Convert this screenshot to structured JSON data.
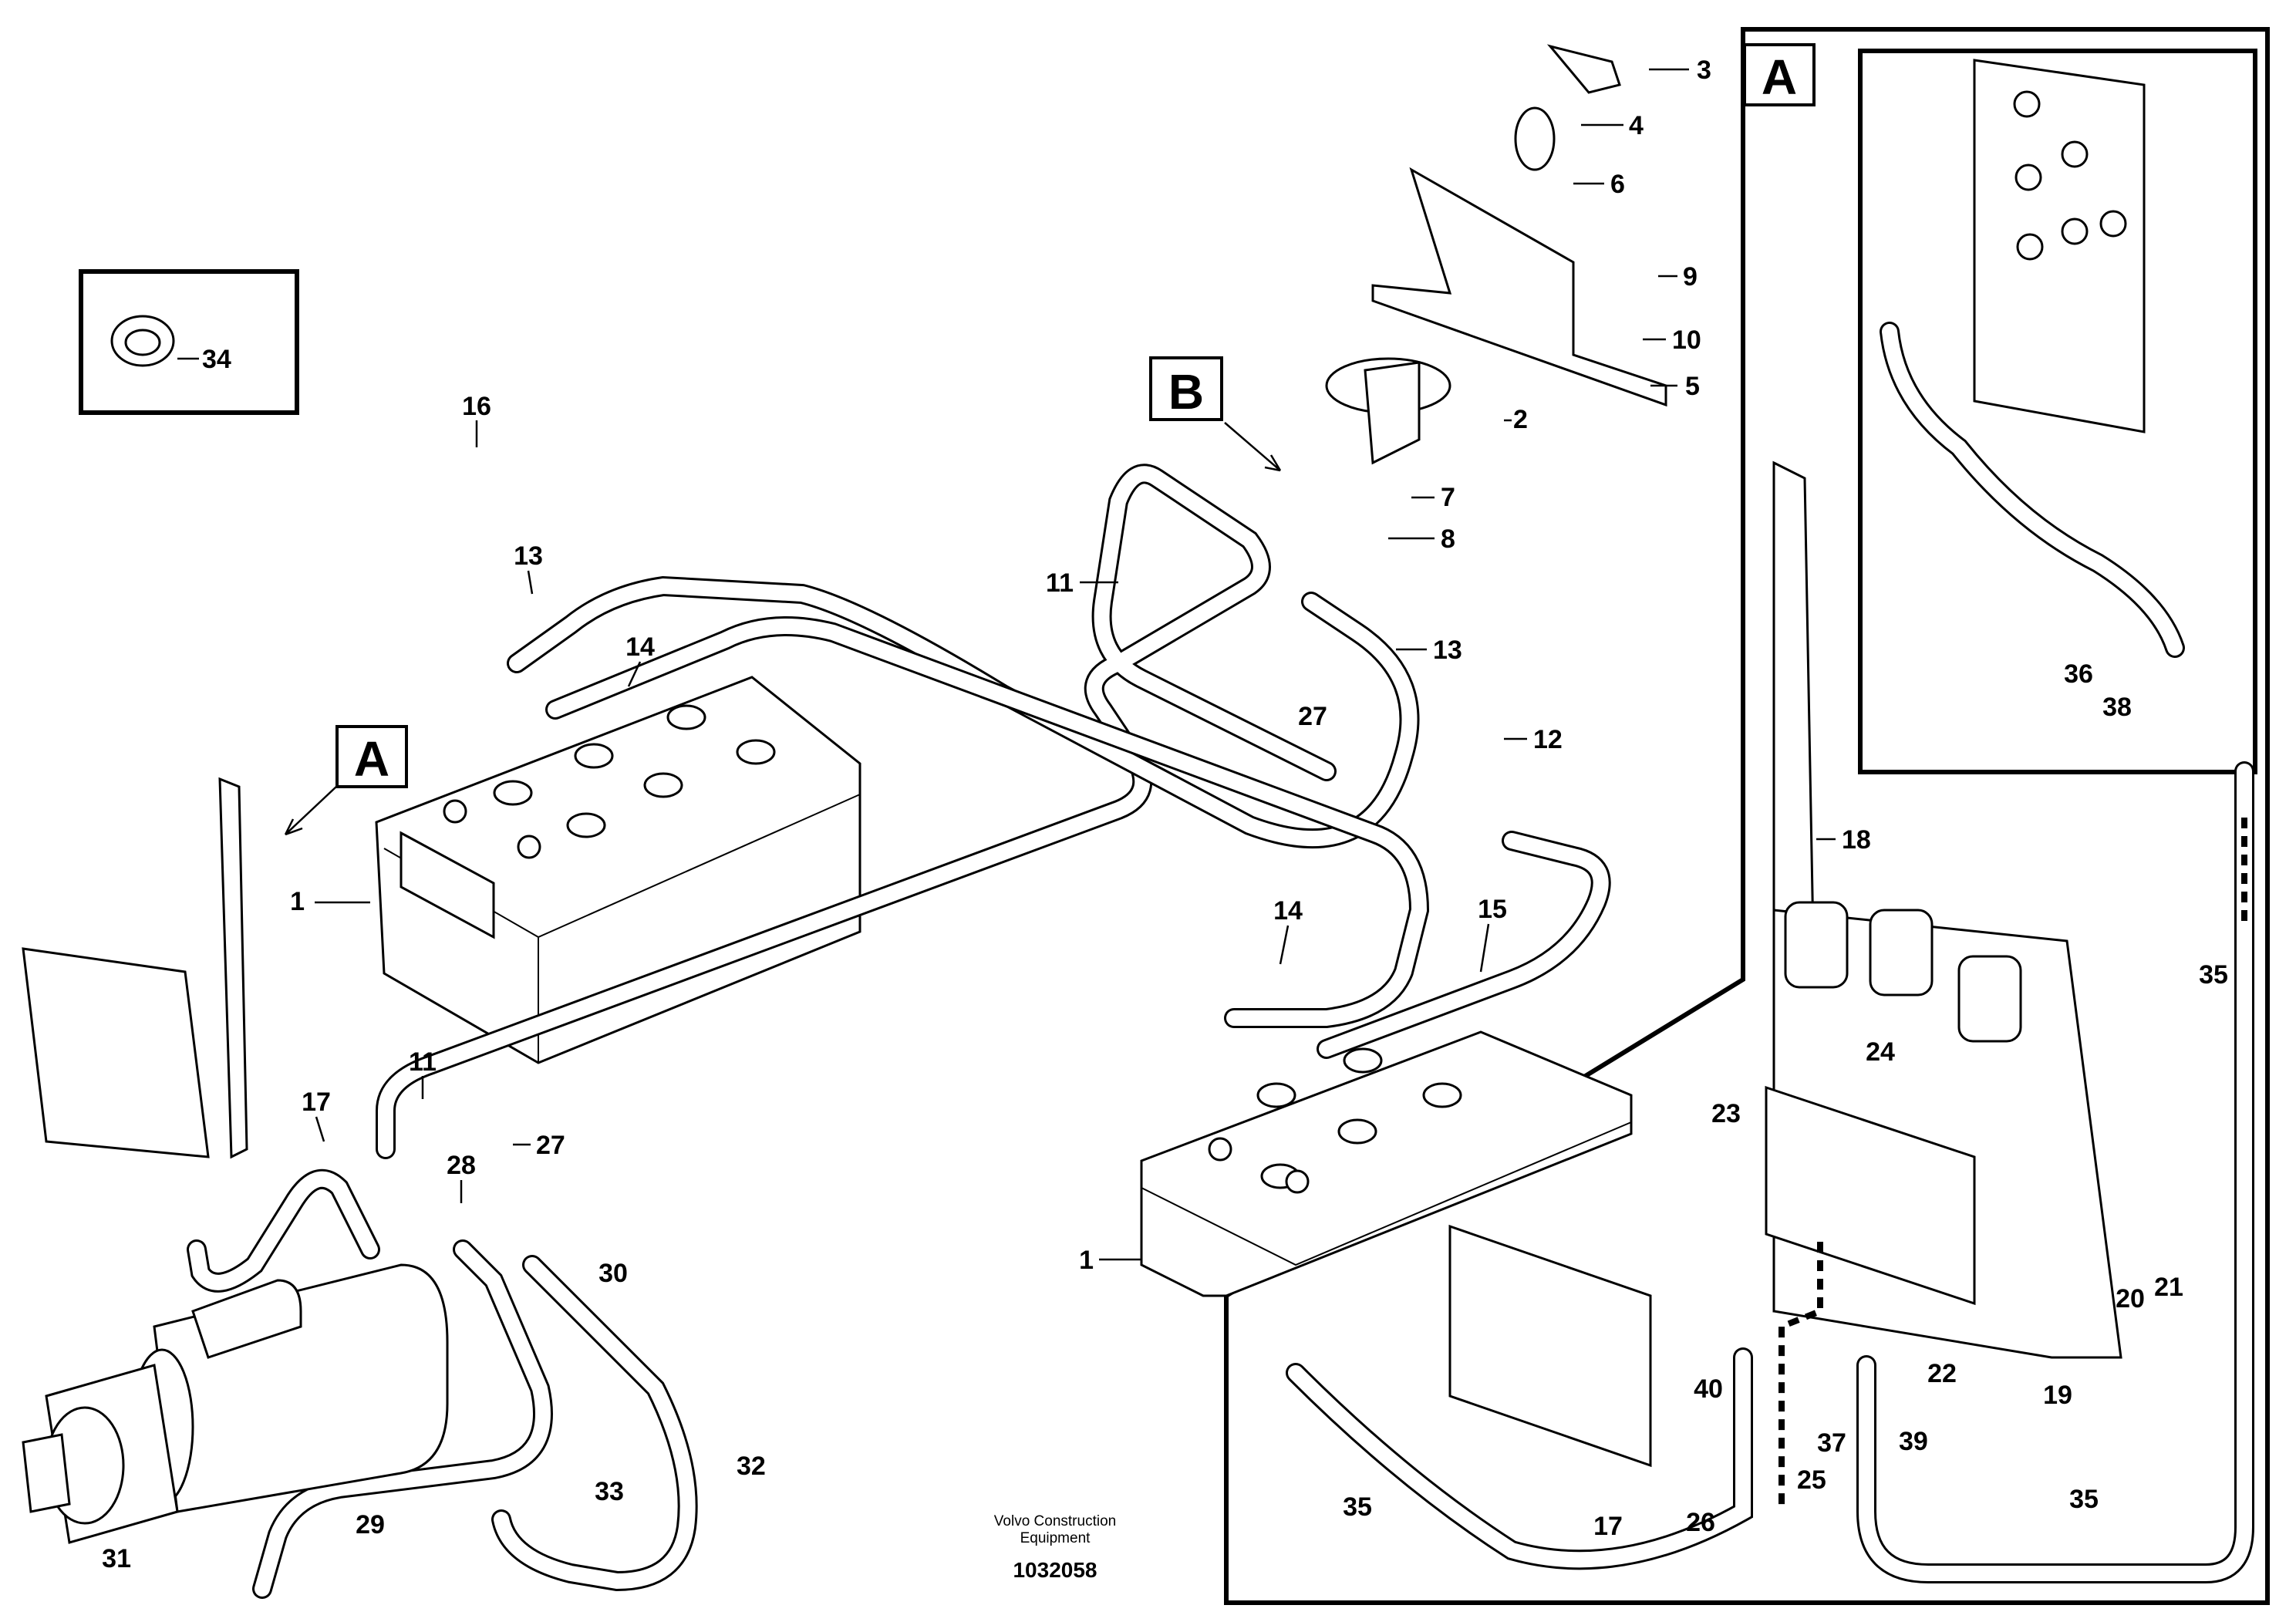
{
  "detail_tags": {
    "A": "A",
    "B": "B"
  },
  "callouts": {
    "n1": "1",
    "n2": "2",
    "n3": "3",
    "n4": "4",
    "n5": "5",
    "n6": "6",
    "n7": "7",
    "n8": "8",
    "n9": "9",
    "n10": "10",
    "n11": "11",
    "n12": "12",
    "n13": "13",
    "n14": "14",
    "n15": "15",
    "n16": "16",
    "n17": "17",
    "n18": "18",
    "n19": "19",
    "n20": "20",
    "n21": "21",
    "n22": "22",
    "n23": "23",
    "n24": "24",
    "n25": "25",
    "n26": "26",
    "n27": "27",
    "n28": "28",
    "n29": "29",
    "n30": "30",
    "n31": "31",
    "n32": "32",
    "n33": "33",
    "n34": "34",
    "n35": "35",
    "n36": "36",
    "n37": "37",
    "n38": "38",
    "n39": "39",
    "n40": "40"
  },
  "credit": {
    "line1": "Volvo Construction",
    "line2": "Equipment"
  },
  "document_number": "1032058"
}
